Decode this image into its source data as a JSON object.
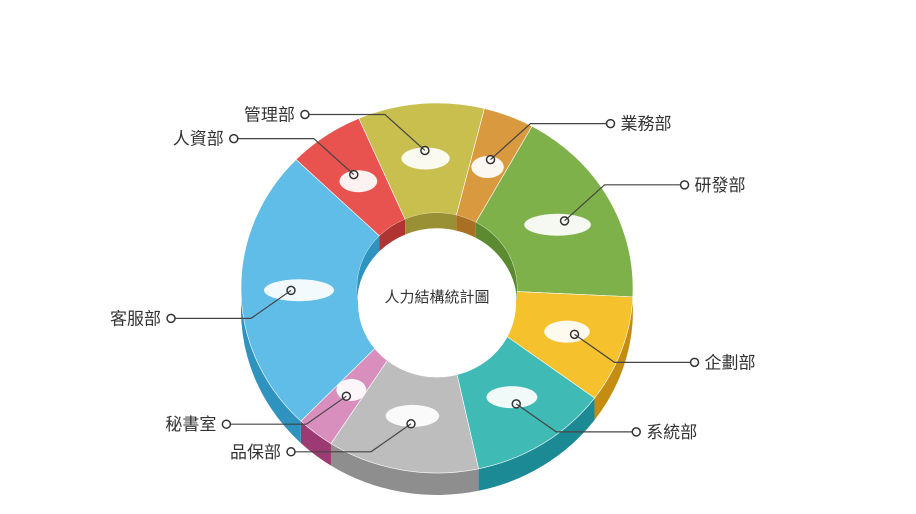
{
  "chart_data": {
    "type": "pie",
    "title": "人力結構統計圖",
    "categories": [
      "研發部",
      "企劃部",
      "系統部",
      "品保部",
      "秘書室",
      "客服部",
      "人資部",
      "管理部",
      "業務部"
    ],
    "values": [
      17,
      9,
      11,
      12,
      3,
      24,
      6,
      10,
      4
    ],
    "value_labels_visible": false,
    "colors": [
      "#7fb14a",
      "#f5c12c",
      "#3fbab5",
      "#bdbdbd",
      "#d98fbd",
      "#5fbde8",
      "#e8534f",
      "#c9bf4f",
      "#d99a3f"
    ],
    "dark_colors": [
      "#5b8a31",
      "#c48d12",
      "#1b8a95",
      "#8e8e8e",
      "#9c3b73",
      "#2f93c0",
      "#b03431",
      "#999035",
      "#a96f22"
    ],
    "legend": "none"
  }
}
